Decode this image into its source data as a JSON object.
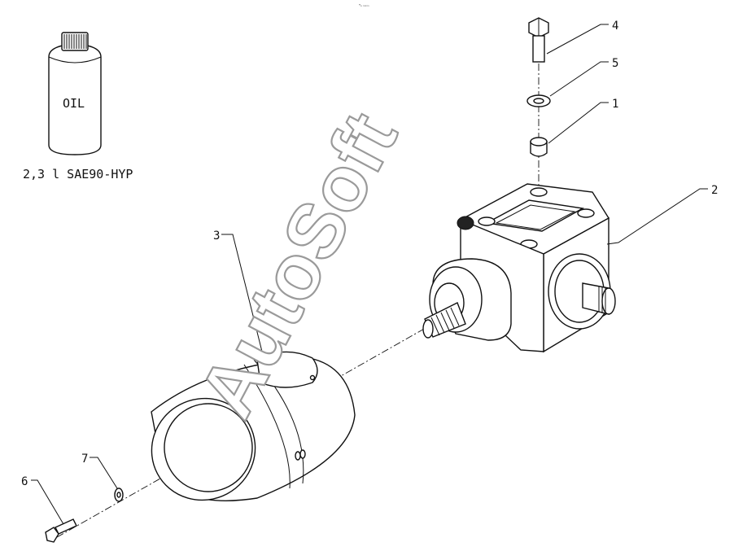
{
  "oil": {
    "label": "OIL",
    "spec": "2,3 l SAE90-HYP"
  },
  "callouts": [
    "1",
    "2",
    "3",
    "4",
    "5",
    "6",
    "7"
  ],
  "watermark": "AutoSoft",
  "tiny_mark": "ᴹₑ ₘₘₘ"
}
